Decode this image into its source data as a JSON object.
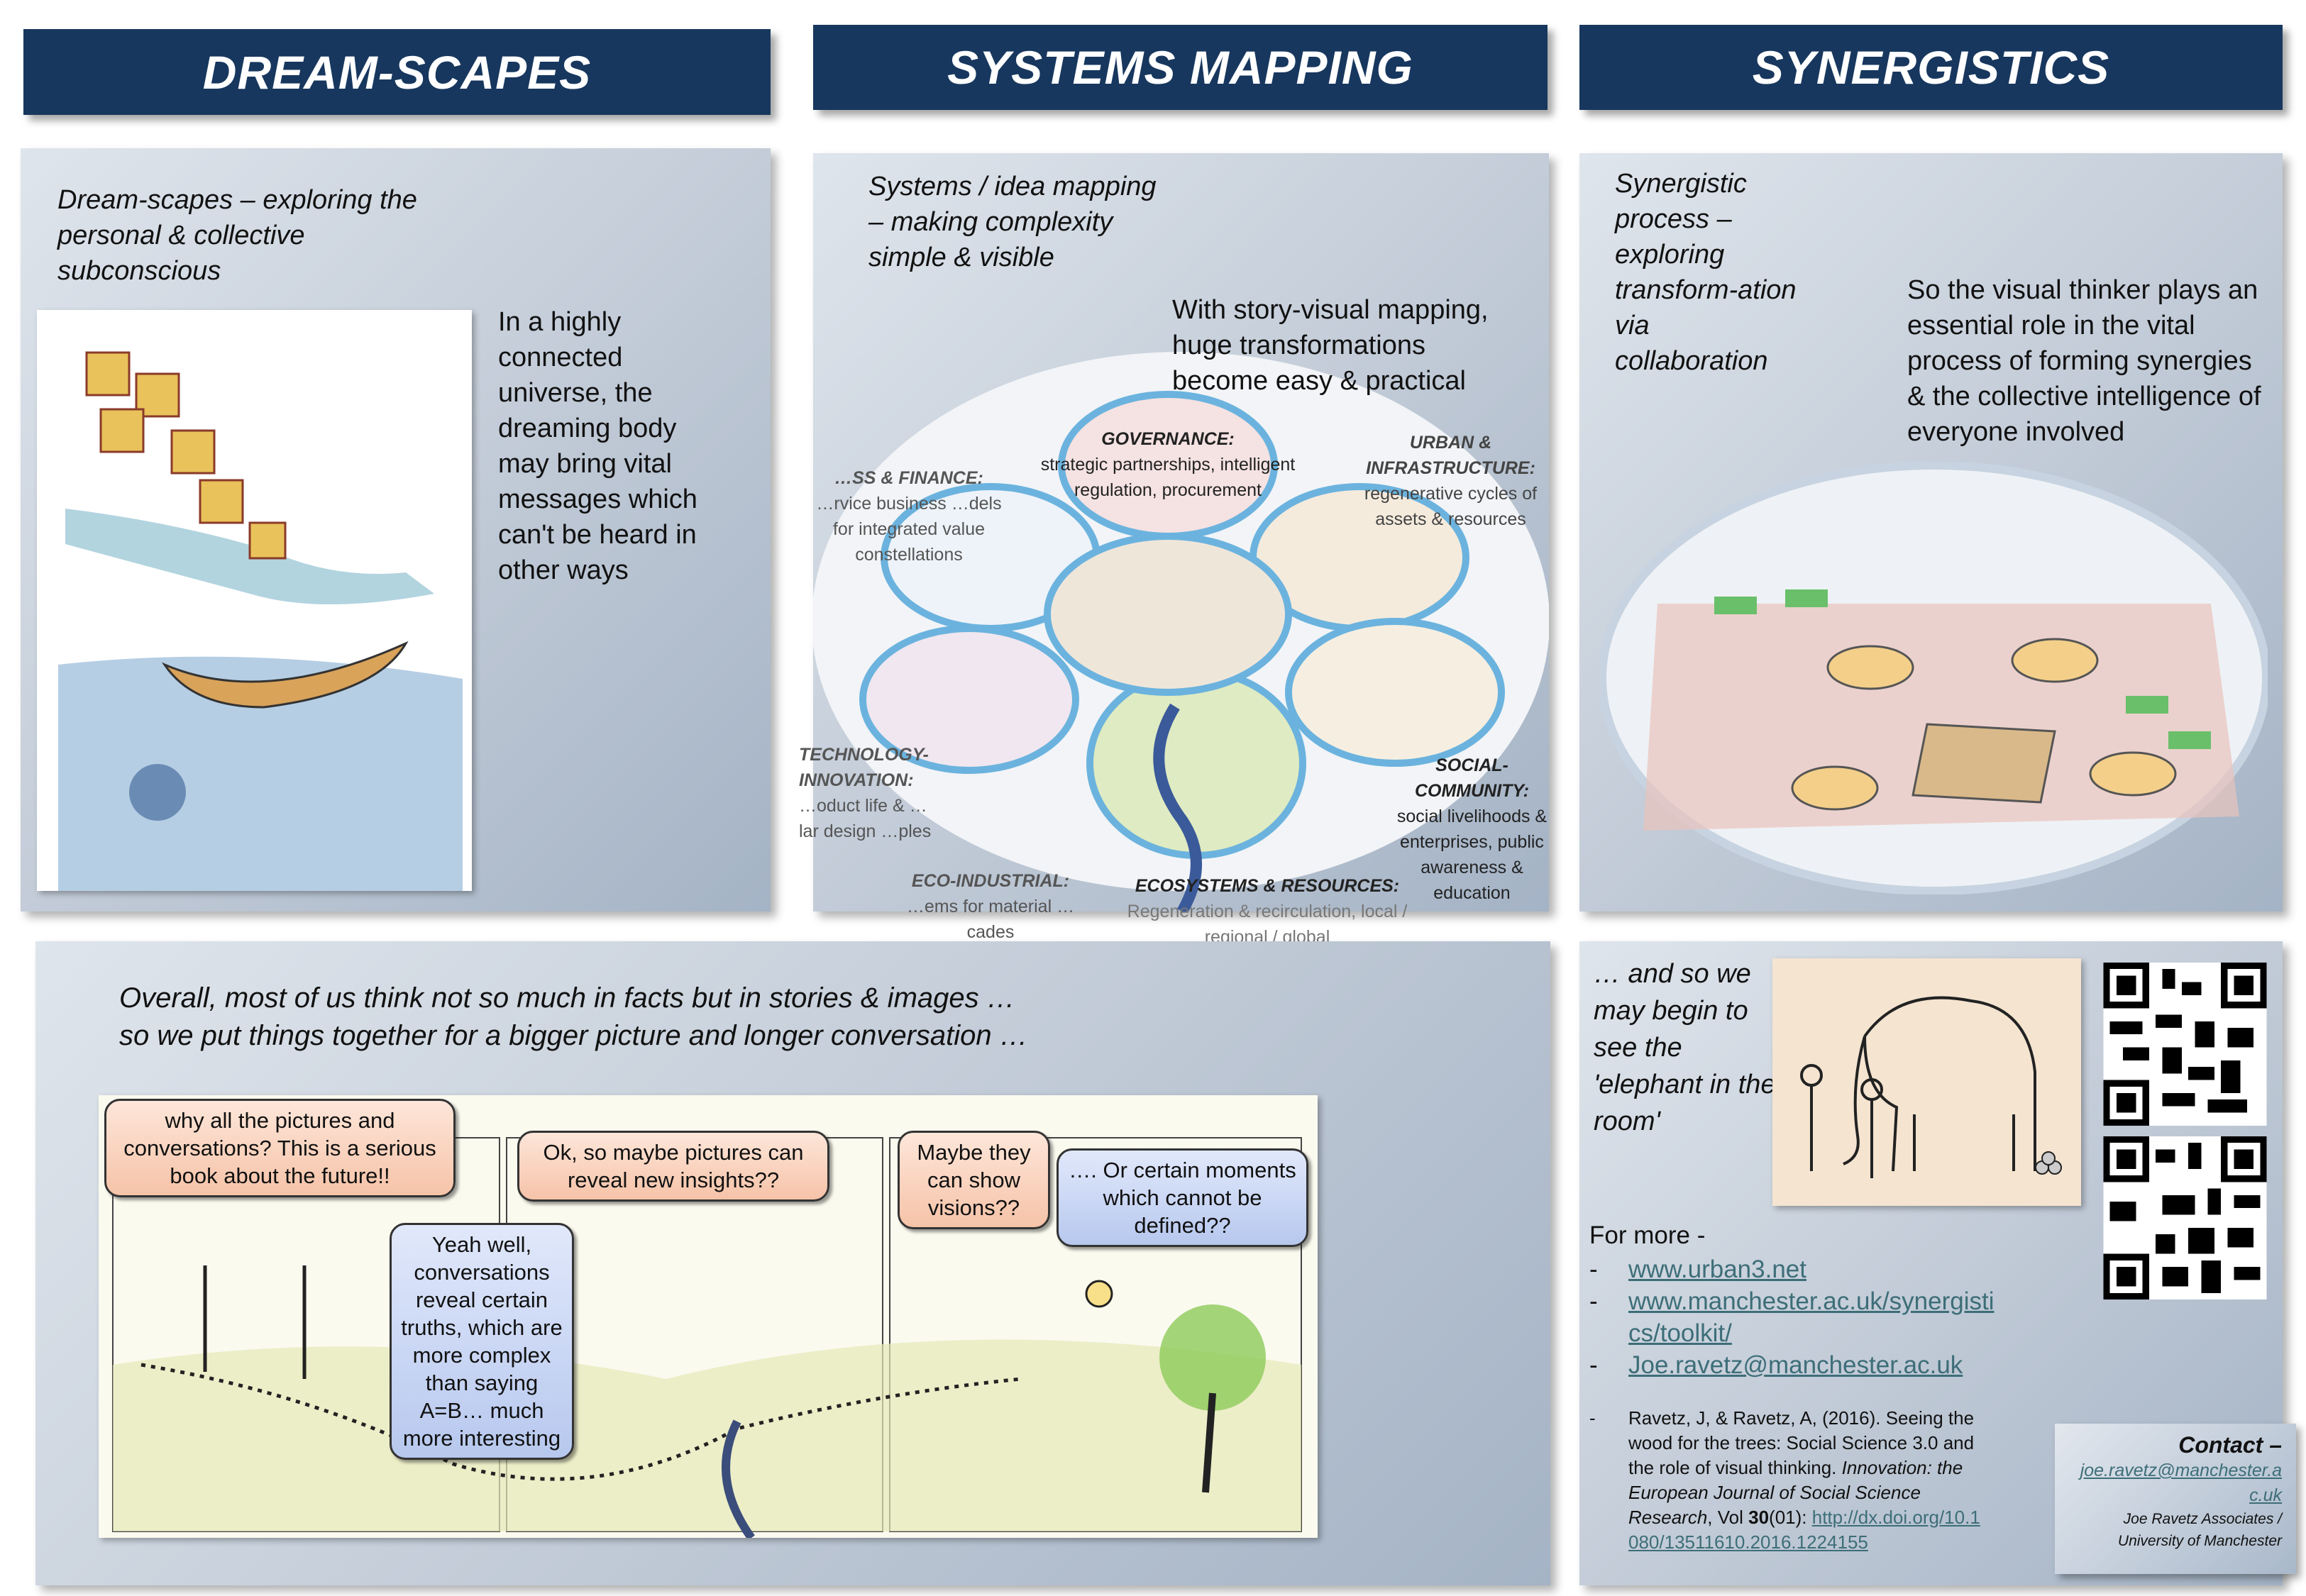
{
  "headers": [
    "DREAM-SCAPES",
    "SYSTEMS MAPPING",
    "SYNERGISTICS"
  ],
  "dream": {
    "intro": "Dream-scapes – exploring the personal & collective subconscious",
    "body": "In a highly connected universe, the dreaming body may bring vital messages which can't be heard in other ways"
  },
  "systems": {
    "intro": "Systems / idea mapping – making complexity simple & visible",
    "body": "With story-visual mapping, huge transformations become easy & practical",
    "labels": {
      "governance_title": "GOVERNANCE:",
      "governance_text": "strategic partnerships, intelligent regulation, procurement",
      "finance_title": "…SS & FINANCE:",
      "finance_text": "…rvice business …dels for integrated value constellations",
      "urban_title": "URBAN & INFRASTRUCTURE:",
      "urban_text": "regenerative cycles of assets & resources",
      "tech_title": "TECHNOLOGY-INNOVATION:",
      "tech_text": "…oduct life & …lar design …ples",
      "social_title": "SOCIAL-COMMUNITY:",
      "social_text": "social livelihoods & enterprises, public awareness & education",
      "eco_ind_title": "ECO-INDUSTRIAL:",
      "eco_ind_text": "…ems for material …cades",
      "ecosys_title": "ECOSYSTEMS & RESOURCES:",
      "ecosys_text": "Regeneration & recirculation, local / regional / global"
    }
  },
  "synergistics": {
    "intro": "Synergistic process – exploring transform-ation via collaboration",
    "body": "So the visual thinker plays an essential role in the vital process of forming synergies & the collective intelligence of everyone involved"
  },
  "overall": {
    "line1": "Overall, most of us think not so much in facts but in stories & images …",
    "line2": "so we put things together for a bigger picture and longer conversation …"
  },
  "comic": [
    "why all the pictures and conversations? This is a serious book about the future!!",
    "Ok, so maybe pictures can reveal new insights??",
    "Yeah well, conversations reveal certain truths, which are more complex than saying A=B… much more interesting",
    "Maybe they can show visions??",
    "…. Or certain moments which cannot be defined??"
  ],
  "elephant_text": "… and so we may begin to see the 'elephant in the room'",
  "more": {
    "label": "For more -",
    "links": [
      "www.urban3.net",
      "www.manchester.ac.uk/synergistics/toolkit/",
      "Joe.ravetz@manchester.ac.uk"
    ],
    "ref_authors": "Ravetz, J, & Ravetz, A, (2016). Seeing the wood for the trees: Social Science 3.0 and the role of visual thinking.",
    "ref_journal": "Innovation: the European Journal of Social Science Research",
    "ref_vol_pre": ", Vol ",
    "ref_vol": "30",
    "ref_issue": "(01):",
    "ref_doi": "http://dx.doi.org/10.1080/13511610.2016.1224155"
  },
  "contact": {
    "title": "Contact –",
    "email": "joe.ravetz@manchester.ac.uk",
    "org": "Joe Ravetz Associates / University of Manchester"
  },
  "colors": {
    "header": "#17375e",
    "link": "#3d6e78",
    "bubble_orange": "#f6c3a8",
    "bubble_blue": "#b7c8ee"
  }
}
